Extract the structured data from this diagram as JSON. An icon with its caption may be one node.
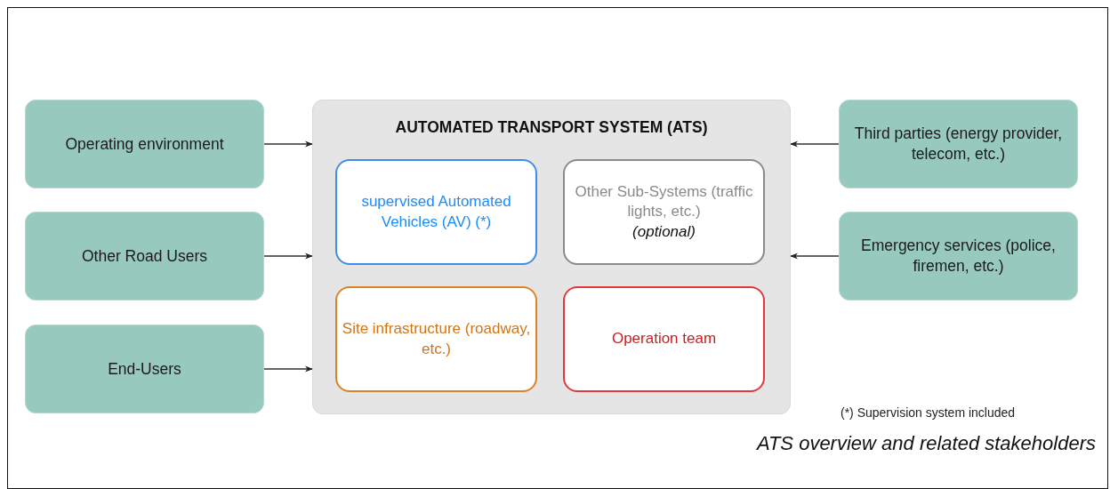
{
  "diagram": {
    "caption": "ATS overview and related stakeholders",
    "nodes": [
      {
        "text": [
          "Operating environment"
        ]
      },
      {
        "text": [
          "Other Road Users"
        ]
      },
      {
        "text": [
          "End-Users"
        ]
      },
      {
        "text": [
          "AUTOMATED TRANSPORT SYSTEM (ATS)"
        ]
      },
      {
        "text": [
          "supervised Automated Vehicles (AV) (*)"
        ],
        "in": 3
      },
      {
        "text": [
          "Other Sub-Systems (traffic lights, etc.)",
          "(optional)"
        ],
        "in": 3
      },
      {
        "text": [
          "Site infrastructure (roadway, etc.)"
        ],
        "in": 3
      },
      {
        "text": [
          "Operation team"
        ],
        "in": 3
      },
      {
        "text": [
          "Third parties (energy provider, telecom, etc.)"
        ]
      },
      {
        "text": [
          "Emergency services (police, firemen, etc.)"
        ]
      }
    ],
    "edges": [
      {
        "from": 0,
        "to": 3,
        "arrow": "to"
      },
      {
        "from": 1,
        "to": 3,
        "arrow": "to"
      },
      {
        "from": 2,
        "to": 3,
        "arrow": "to"
      },
      {
        "from": 8,
        "to": 3,
        "arrow": "to"
      },
      {
        "from": 9,
        "to": 3,
        "arrow": "to"
      }
    ],
    "labels": [
      "(*) Supervision system included"
    ]
  }
}
